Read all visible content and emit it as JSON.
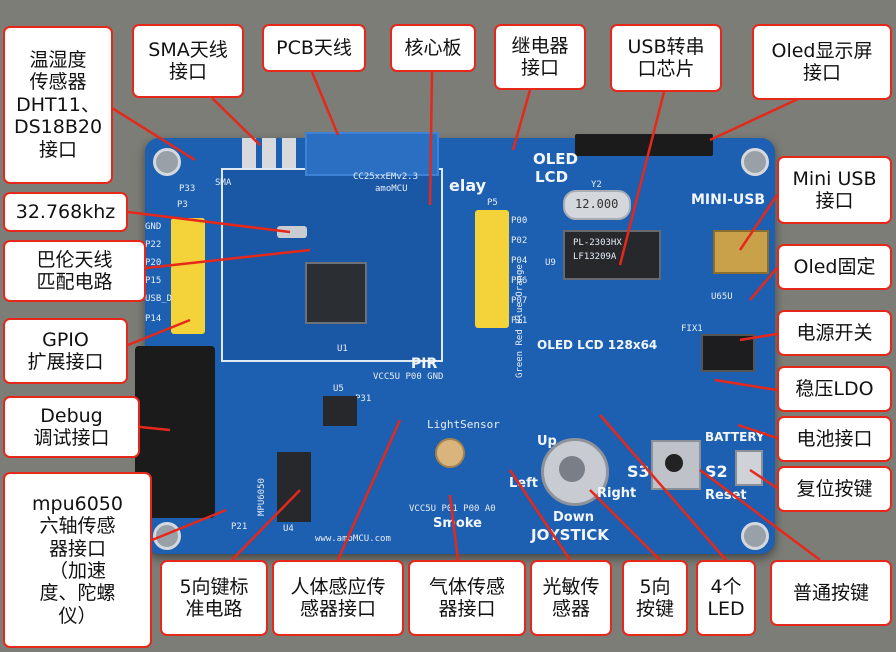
{
  "labels": {
    "dht": "温湿度\n传感器\nDHT11、\nDS18B20\n接口",
    "sma": "SMA天线\n接口",
    "pcb_antenna": "PCB天线",
    "core": "核心板",
    "relay": "继电器\n接口",
    "usb_serial": "USB转串\n口芯片",
    "oled_screen": "Oled显示屏\n接口",
    "crystal": "32.768khz",
    "balun": "巴伦天线\n匹配电路",
    "gpio": "GPIO\n扩展接口",
    "debug": "Debug\n调试接口",
    "mpu": "mpu6050\n六轴传感\n器接口\n（加速\n度、陀螺\n仪）",
    "mini_usb": "Mini USB\n接口",
    "oled_fix": "Oled固定",
    "power_switch": "电源开关",
    "ldo": "稳压LDO",
    "battery": "电池接口",
    "reset": "复位按键",
    "joystick_circuit": "5向键标\n准电路",
    "pir": "人体感应传\n感器接口",
    "gas": "气体传感\n器接口",
    "light": "光敏传\n感器",
    "five_key": "5向\n按键",
    "led": "4个\nLED",
    "button": "普通按键"
  },
  "board_silk": {
    "module_name": "CC25xxEMv2.3",
    "module_brand": "amoMCU",
    "sma": "SMA",
    "oled": "OLED",
    "lcd": "LCD",
    "relay": "elay",
    "crystal_value": "12.000",
    "y2": "Y2",
    "usb_chip": "PL-2303HX",
    "usb_chip_code": "LF13209A",
    "mini_usb": "MINI-USB",
    "oled_lcd": "OLED LCD 128x64",
    "pir": "PIR",
    "pir_pins": "VCC5U P00 GND",
    "light_sensor": "LightSensor",
    "smoke": "Smoke",
    "smoke_pins": "VCC5U P01 P00 A0",
    "up": "Up",
    "down": "Down",
    "left": "Left",
    "right": "Right",
    "joystick": "JOYSTICK",
    "s3": "S3",
    "s2": "S2",
    "reset": "Reset",
    "battery": "BATTERY",
    "website": "www.amoMCU.com",
    "mpu": "MPU6050",
    "ldo": "U65U",
    "p3": "P3",
    "p33": "P33",
    "p5": "P5",
    "p31": "P31",
    "u5": "U5",
    "u4": "U4",
    "u9": "U9",
    "u1": "U1",
    "p21": "P21",
    "fix1": "FIX1",
    "leds": "Green Red Blue Orange",
    "left_pins": [
      "GND",
      "P22",
      "P20",
      "P15",
      "USB_D",
      "P14"
    ],
    "right_pins": [
      "P00",
      "P02",
      "P04",
      "P06",
      "P07",
      "P11"
    ]
  },
  "colors": {
    "border": "#e5281a",
    "board": "#1d5fb0",
    "header": "#f4d23a"
  }
}
